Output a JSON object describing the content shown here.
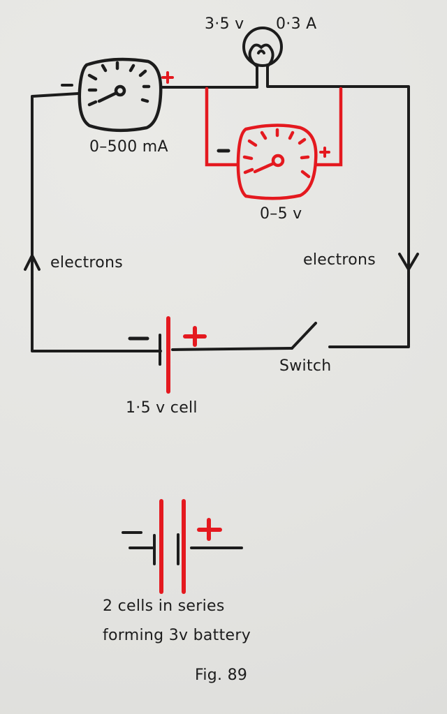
{
  "colors": {
    "ink": "#1c1c1c",
    "red": "#e4191f",
    "paper": "#e6e6e3"
  },
  "lamp": {
    "voltage": "3·5 v",
    "current": "0·3 A"
  },
  "ammeter": {
    "range": "0–500 mA",
    "minus": "–",
    "plus": "+"
  },
  "voltmeter": {
    "range": "0–5 v",
    "minus": "–",
    "plus": "+"
  },
  "flow": {
    "left": "electrons",
    "right": "electrons"
  },
  "cell": {
    "label": "1·5 v cell",
    "minus": "–",
    "plus": "+"
  },
  "switch": {
    "label": "Switch"
  },
  "battery": {
    "line1": "2 cells in series",
    "line2": "forming 3v battery",
    "minus": "–",
    "plus": "+"
  },
  "figure": {
    "caption": "Fig. 89"
  }
}
